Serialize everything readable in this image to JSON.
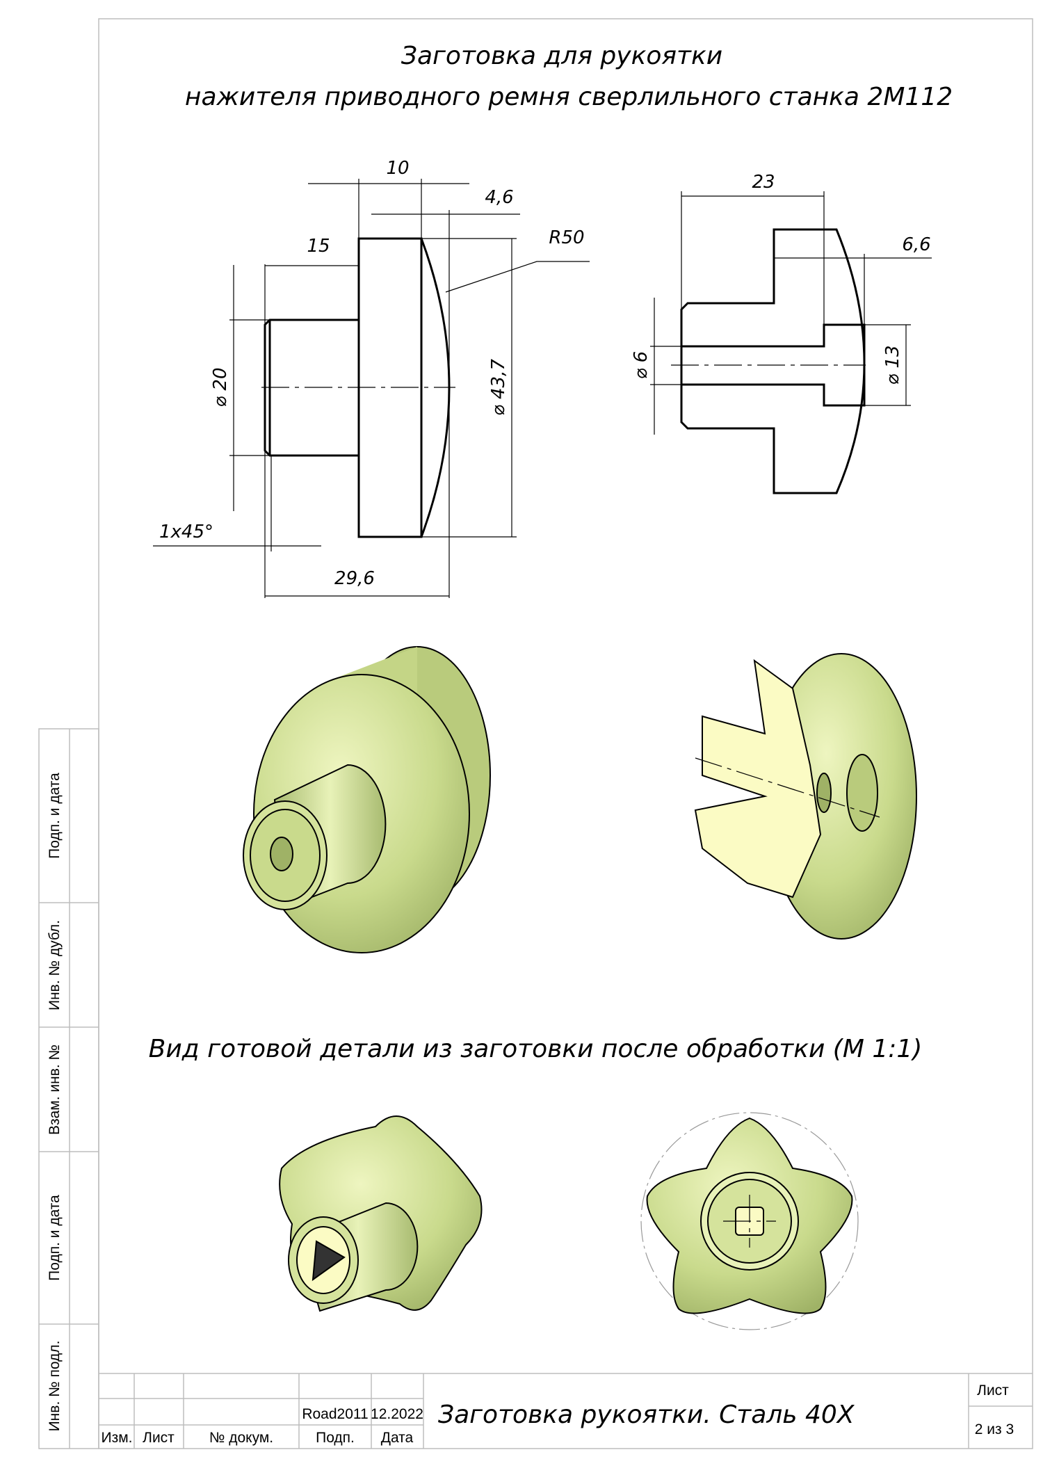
{
  "title": {
    "line1": "Заготовка для рукоятки",
    "line2": "нажителя приводного ремня сверлильного станка 2М112"
  },
  "dimensions": {
    "front_view": {
      "width_flange": "10",
      "dome_depth": "4,6",
      "boss_length": "15",
      "dome_radius": "R50",
      "boss_diameter": "⌀ 20",
      "flange_diameter": "⌀ 43,7",
      "chamfer": "1x45°",
      "overall_length": "29,6"
    },
    "section_view": {
      "length_to_counterbore": "23",
      "counterbore_depth": "6,6",
      "hole_diameter": "⌀ 6",
      "counterbore_diameter": "⌀ 13"
    }
  },
  "caption": "Вид готовой детали из заготовки после обработки (М 1:1)",
  "title_block": {
    "author": "Road2011",
    "date": "12.2022",
    "name": "Заготовка рукоятки. Сталь 40Х",
    "sheet_label": "Лист",
    "sheet_value": "2 из 3",
    "columns": [
      "Изм.",
      "Лист",
      "№ докум.",
      "Подп.",
      "Дата"
    ]
  },
  "side_strip": [
    "Подп. и дата",
    "Инв. № дубл.",
    "Взам. инв. №",
    "Подп. и дата",
    "Инв. № подл."
  ],
  "colors": {
    "part_fill": "#c9da8c",
    "part_light": "#f2f7c8",
    "cut_face": "#fbfbc4"
  }
}
